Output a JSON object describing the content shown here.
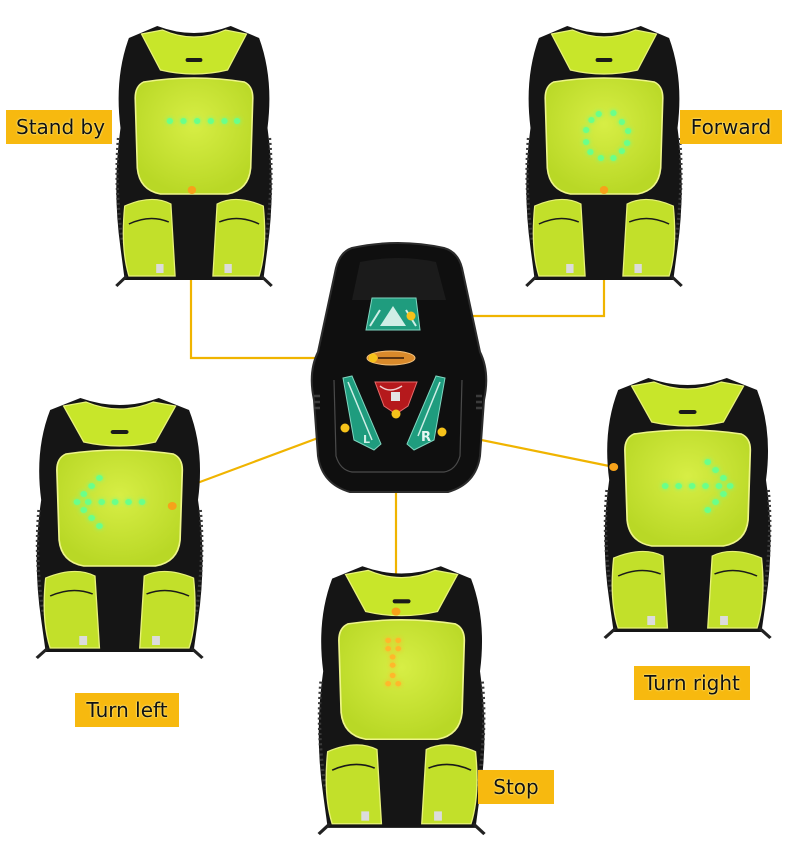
{
  "modes": [
    {
      "id": "stand-by",
      "label": "Stand by",
      "led_color": "#58f07a",
      "pattern": "dash"
    },
    {
      "id": "forward",
      "label": "Forward",
      "led_color": "#58f07a",
      "pattern": "circle"
    },
    {
      "id": "turn-left",
      "label": "Turn left",
      "led_color": "#58f07a",
      "pattern": "arrow-left"
    },
    {
      "id": "turn-right",
      "label": "Turn right",
      "led_color": "#58f07a",
      "pattern": "arrow-right"
    },
    {
      "id": "stop",
      "label": "Stop",
      "led_color": "#f6b21a",
      "pattern": "exclamation"
    }
  ],
  "remote": {
    "buttons": [
      {
        "id": "forward",
        "glyph": "triangle",
        "color": "#1f9c7e"
      },
      {
        "id": "stand-by",
        "glyph": "oval",
        "color": "#d98a2b"
      },
      {
        "id": "stop",
        "glyph": "square",
        "color": "#b5191c"
      },
      {
        "id": "left",
        "glyph": "L",
        "color": "#1f9c7e"
      },
      {
        "id": "right",
        "glyph": "R",
        "color": "#1f9c7e"
      }
    ]
  },
  "colors": {
    "label_bg": "#f7b90f",
    "connector": "#f0b400",
    "vest_yellow": "#c8e62a",
    "vest_black": "#141414"
  }
}
